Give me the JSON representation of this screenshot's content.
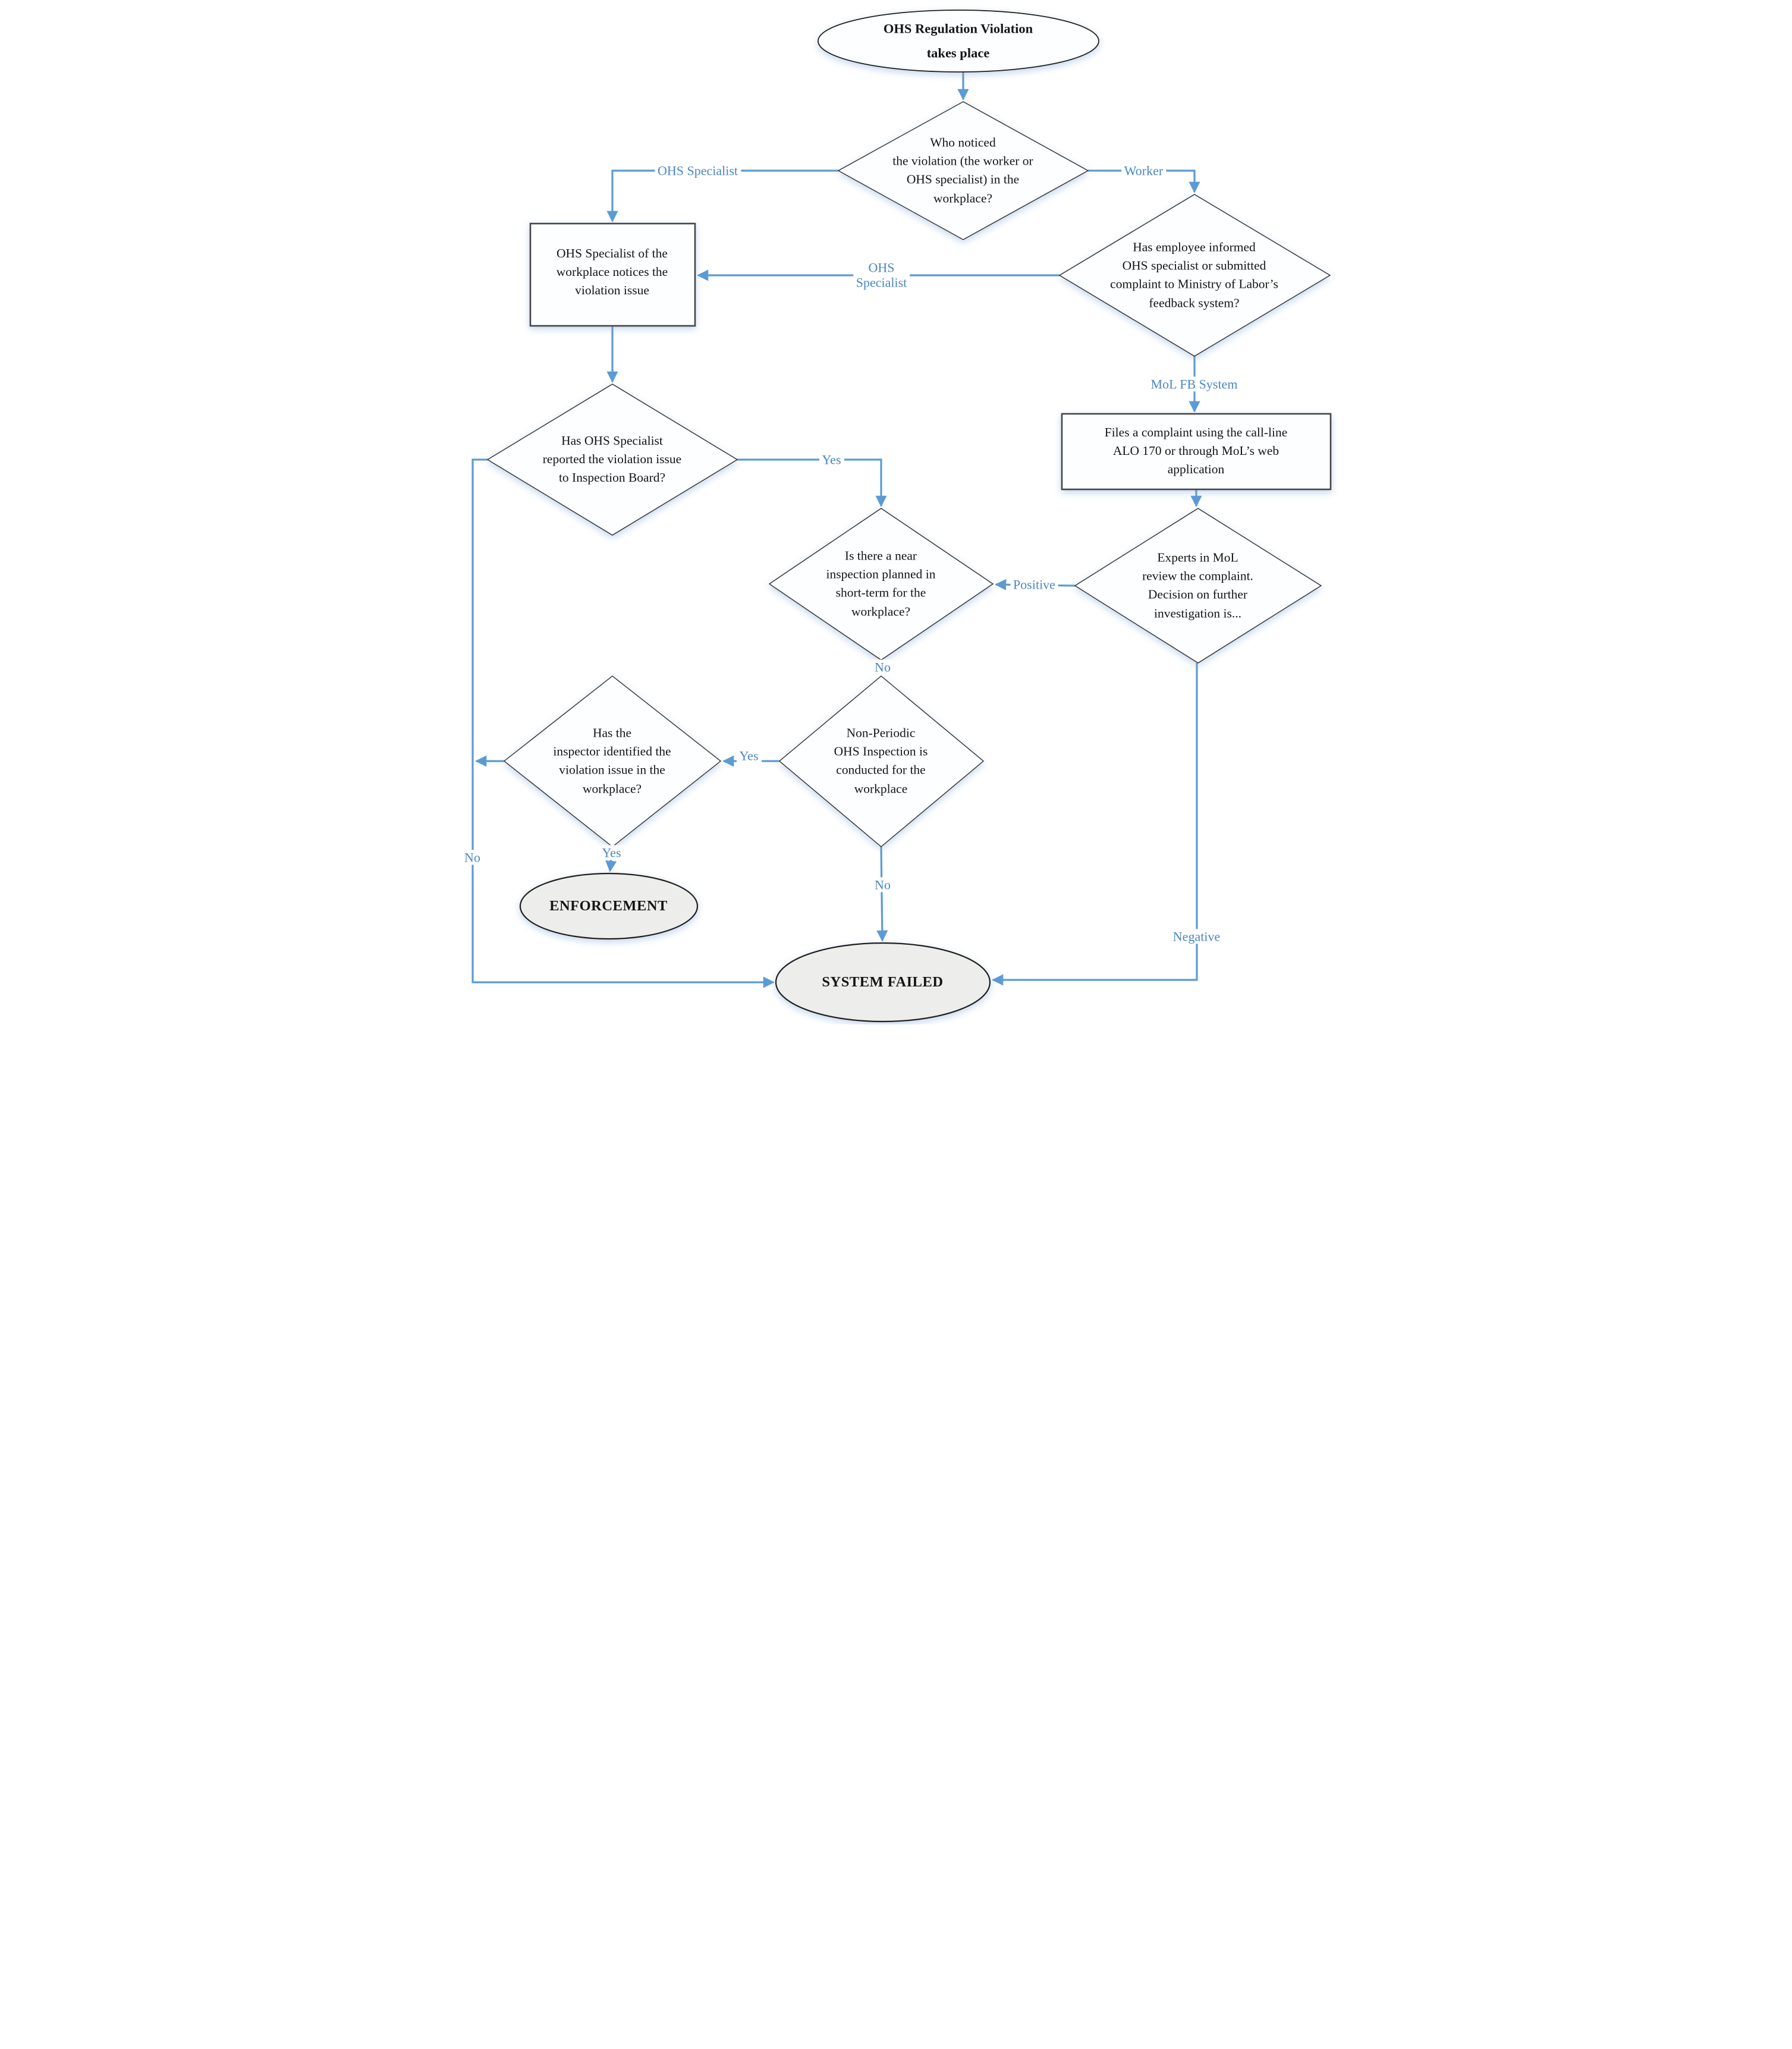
{
  "figure": {
    "type": "flowchart",
    "topic": "OHS Regulation Violation handling process"
  },
  "colors": {
    "edge_blue": "#5B9BD5",
    "edge_label_blue": "#4A86C4",
    "node_border": "#2F2F2F",
    "process_border": "#454545",
    "node_fill": "#FDFEFF",
    "terminal_fill": "#EDEDEB",
    "text": "#151515"
  },
  "nodes": {
    "start": {
      "shape": "ellipse",
      "label": "OHS Regulation Violation\ntakes place"
    },
    "who_noticed": {
      "shape": "diamond",
      "label": "Who noticed\nthe violation (the worker or\nOHS specialist) in the\nworkplace?"
    },
    "employee_informed": {
      "shape": "diamond",
      "label": "Has employee informed\nOHS specialist or submitted\ncomplaint to Ministry of Labor’s\nfeedback system?"
    },
    "specialist_notices": {
      "shape": "process",
      "label": "OHS Specialist of the\nworkplace notices the\nviolation issue"
    },
    "reported_to_board": {
      "shape": "diamond",
      "label": "Has OHS Specialist\nreported the violation issue\nto Inspection Board?"
    },
    "files_complaint": {
      "shape": "process",
      "label": "Files a complaint using the call-line\nALO 170 or through MoL’s web\napplication"
    },
    "near_inspection": {
      "shape": "diamond",
      "label": "Is there a near\ninspection planned in\nshort-term for the\nworkplace?"
    },
    "experts_review": {
      "shape": "diamond",
      "label": "Experts in MoL\nreview the complaint.\nDecision on further\ninvestigation is..."
    },
    "inspector_identified": {
      "shape": "diamond",
      "label": "Has the\ninspector identified the\nviolation issue in the\nworkplace?"
    },
    "non_periodic": {
      "shape": "diamond",
      "label": "Non-Periodic\nOHS Inspection is\nconducted for the\nworkplace"
    },
    "enforcement": {
      "shape": "ellipse",
      "label": "ENFORCEMENT"
    },
    "system_failed": {
      "shape": "ellipse",
      "label": "SYSTEM FAILED"
    }
  },
  "edge_labels": {
    "who_to_specialist": "OHS Specialist",
    "who_to_employee": "Worker",
    "employee_to_specialist": "OHS\nSpecialist",
    "employee_to_files": "MoL FB System",
    "reported_to_near": "Yes",
    "experts_to_near": "Positive",
    "near_to_nonperiodic": "No",
    "nonperiodic_to_inspector": "Yes",
    "inspector_to_enforcement": "Yes",
    "reported_to_failed": "No",
    "nonperiodic_to_failed": "No",
    "experts_to_failed": "Negative"
  }
}
